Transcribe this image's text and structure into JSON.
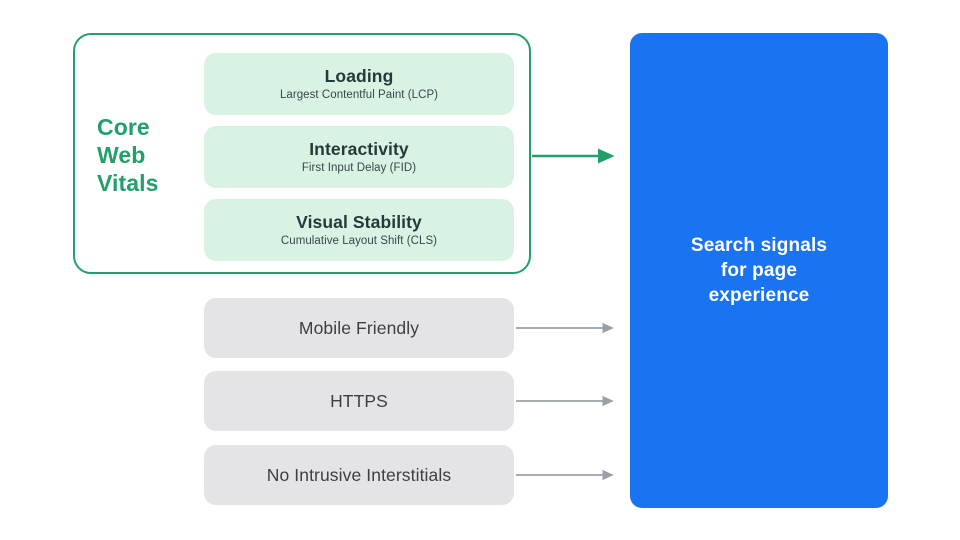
{
  "diagram": {
    "title": "Search signals for page experience",
    "colors": {
      "green_accent": "#22a06b",
      "green_card": "#d8f3e3",
      "grey_card": "#e4e4e6",
      "blue_panel": "#1a73f0",
      "arrow_grey": "#9aa0a6",
      "text_dark": "#3c4043",
      "text_white": "#ffffff"
    }
  },
  "core_web_vitals": {
    "group_label": "Core Web Vitals",
    "group_label_lines": [
      "Core",
      "Web",
      "Vitals"
    ],
    "metrics": [
      {
        "title": "Loading",
        "subtitle": "Largest Contentful Paint (LCP)"
      },
      {
        "title": "Interactivity",
        "subtitle": "First Input Delay (FID)"
      },
      {
        "title": "Visual Stability",
        "subtitle": "Cumulative Layout Shift (CLS)"
      }
    ]
  },
  "other_signals": [
    {
      "label": "Mobile Friendly"
    },
    {
      "label": "HTTPS"
    },
    {
      "label": "No Intrusive Interstitials"
    }
  ],
  "output_panel": {
    "text": "Search signals\nfor page\nexperience"
  },
  "arrows": [
    {
      "name": "core-web-vitals-to-output",
      "color": "#22a06b"
    },
    {
      "name": "mobile-friendly-to-output",
      "color": "#9aa0a6"
    },
    {
      "name": "https-to-output",
      "color": "#9aa0a6"
    },
    {
      "name": "interstitials-to-output",
      "color": "#9aa0a6"
    }
  ]
}
